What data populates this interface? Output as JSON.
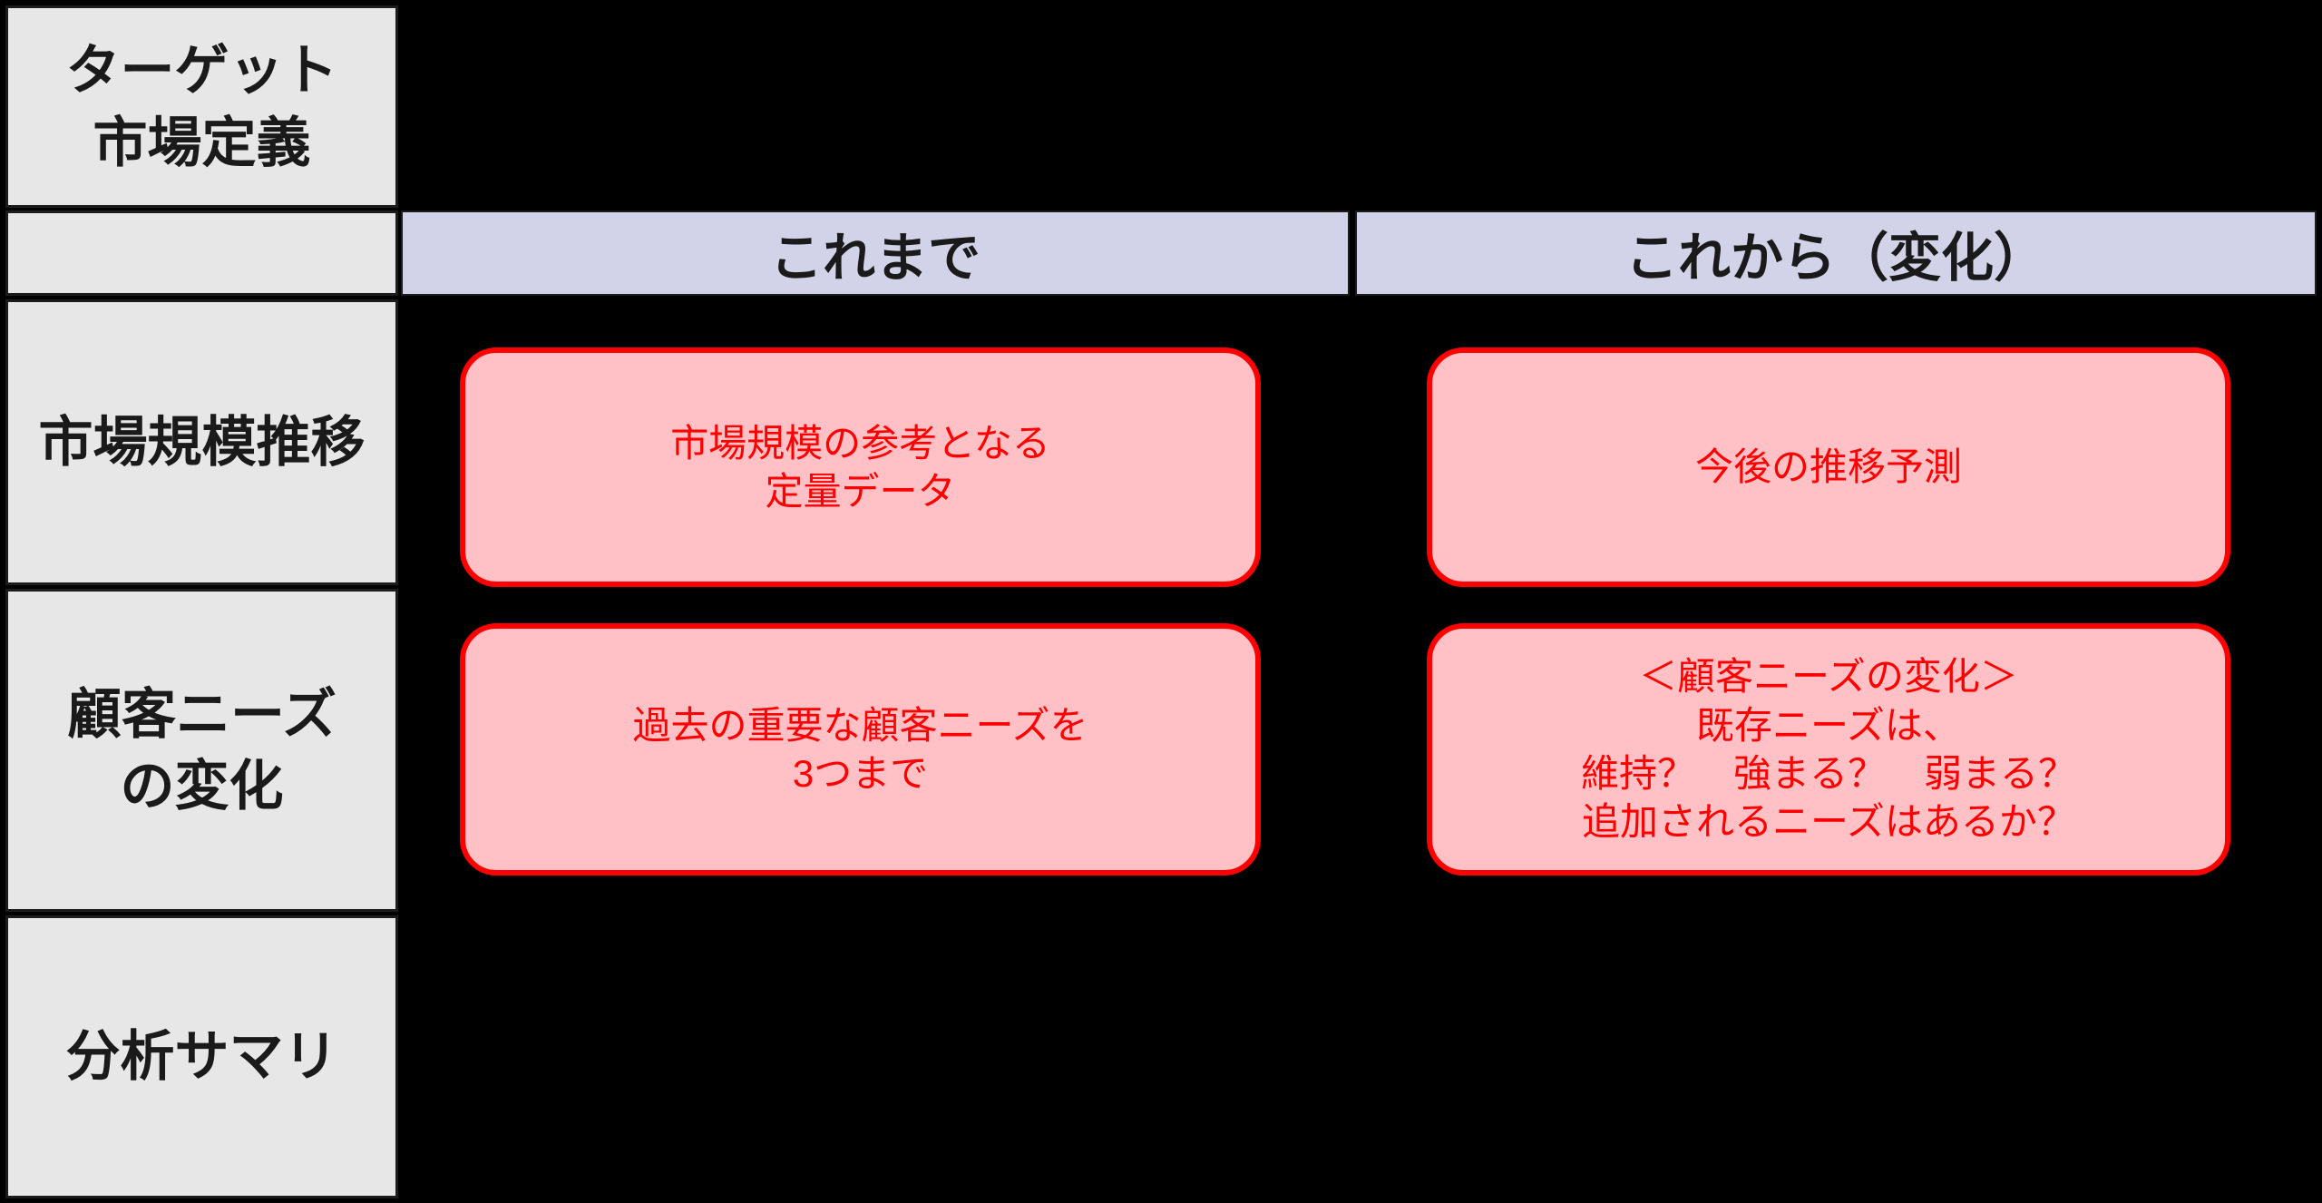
{
  "slide": {
    "corner_title": "ターゲット\n市場定義",
    "column_headers": {
      "past": "これまで",
      "future": "これから（変化）"
    },
    "row_labels": {
      "market_size": "市場規模推移",
      "customer_needs": "顧客ニーズ\nの変化",
      "summary": "分析サマリ"
    },
    "placeholders": {
      "market_size_past": "市場規模の参考となる\n定量データ",
      "market_size_future": "今後の推移予測",
      "customer_needs_past": "過去の重要な顧客ニーズを\n3つまで",
      "customer_needs_future": "＜顧客ニーズの変化＞\n既存ニーズは、\n維持？　強まる？　弱まる？\n追加されるニーズはあるか？"
    },
    "colors": {
      "background": "#000000",
      "label_cell_fill": "#e7e7e7",
      "header_cell_fill": "#d2d3e9",
      "placeholder_fill": "#ffc1c6",
      "placeholder_border": "#ff0000",
      "placeholder_text": "#ff0000",
      "label_text": "#1a1a1a"
    }
  }
}
